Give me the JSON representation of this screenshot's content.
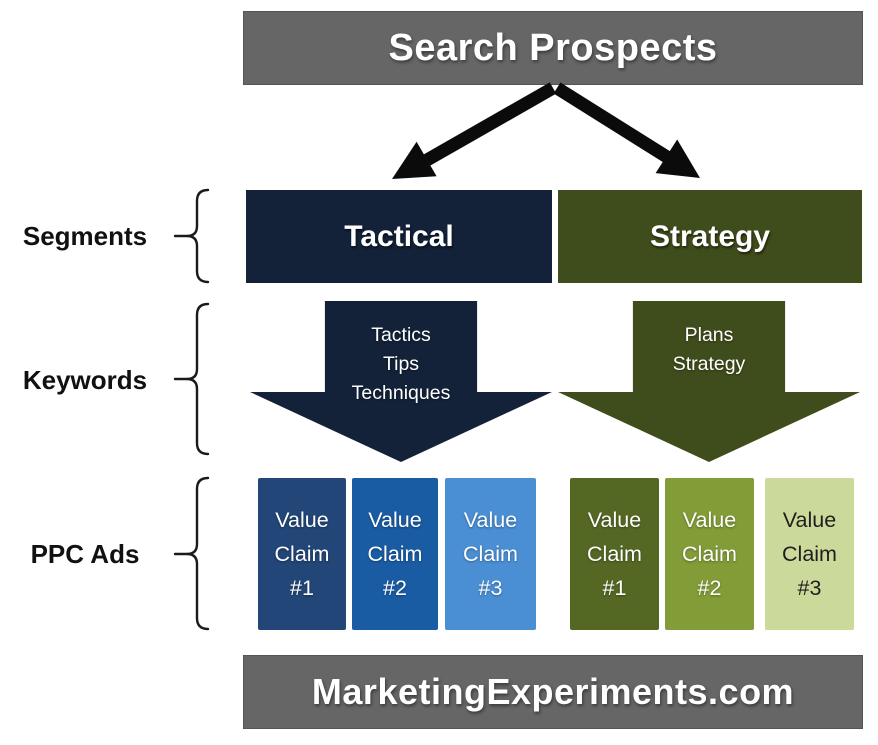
{
  "diagram": {
    "header": {
      "label": "Search Prospects"
    },
    "footer": {
      "label": "MarketingExperiments.com"
    },
    "row_labels": {
      "segments": "Segments",
      "keywords": "Keywords",
      "ppc": "PPC Ads"
    },
    "segments": [
      {
        "label": "Tactical",
        "bg": "#132239"
      },
      {
        "label": "Strategy",
        "bg": "#3F4C1B"
      }
    ],
    "keyword_arrows": [
      {
        "line1": "Tactics",
        "line2": "Tips",
        "line3": "Techniques",
        "bg": "#132239"
      },
      {
        "line1": "Plans",
        "line2": "Strategy",
        "line3": "",
        "bg": "#3F4C1B"
      }
    ],
    "ppc_ads": [
      {
        "line1": "Value",
        "line2": "Claim",
        "line3": "#1",
        "bg": "#224677",
        "fg": "#FFFFFF"
      },
      {
        "line1": "Value",
        "line2": "Claim",
        "line3": "#2",
        "bg": "#1A5CA3",
        "fg": "#FFFFFF"
      },
      {
        "line1": "Value",
        "line2": "Claim",
        "line3": "#3",
        "bg": "#4A8FD4",
        "fg": "#FFFFFF"
      },
      {
        "line1": "Value",
        "line2": "Claim",
        "line3": "#1",
        "bg": "#546823",
        "fg": "#FFFFFF"
      },
      {
        "line1": "Value",
        "line2": "Claim",
        "line3": "#2",
        "bg": "#829C38",
        "fg": "#FFFFFF"
      },
      {
        "line1": "Value",
        "line2": "Claim",
        "line3": "#3",
        "bg": "#CBDA9A",
        "fg": "#1E1E1E"
      }
    ],
    "colors": {
      "bar_gray": "#666666",
      "arrow_black": "#0B0B0B",
      "label_black": "#111111"
    }
  }
}
